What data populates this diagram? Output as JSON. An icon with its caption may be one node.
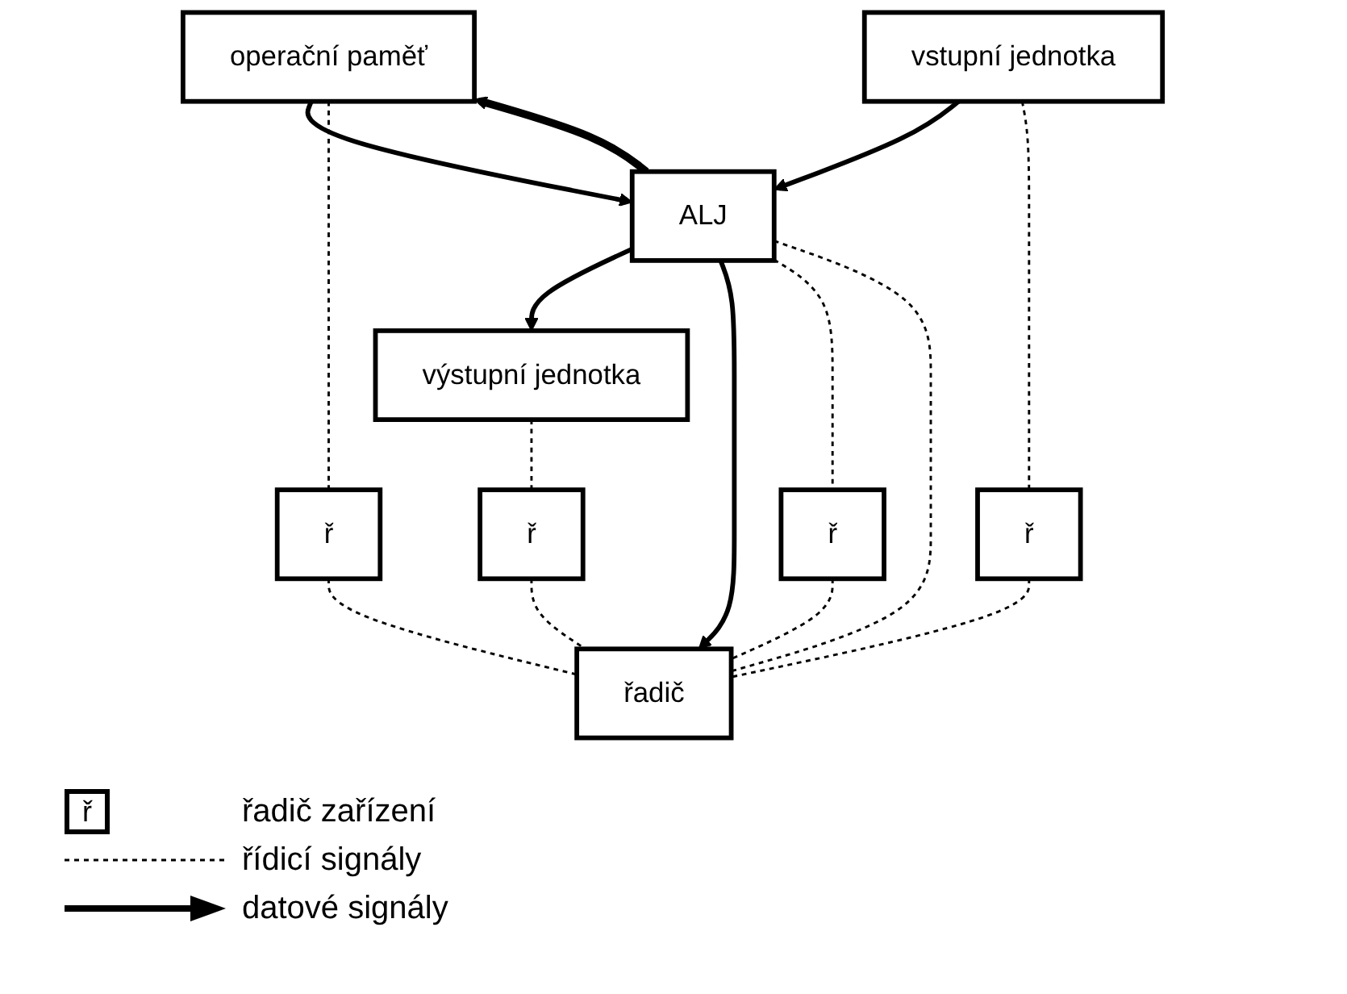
{
  "diagram": {
    "nodes": [
      {
        "text": [
          "operační paměť"
        ]
      },
      {
        "text": [
          "ř"
        ]
      },
      {
        "text": [
          "vstupní jednotka"
        ]
      },
      {
        "text": [
          "ALJ"
        ]
      },
      {
        "text": [
          "výstupní jednotka"
        ]
      },
      {
        "text": [
          "ř"
        ]
      },
      {
        "text": [
          "ř"
        ]
      },
      {
        "text": [
          "ř"
        ]
      },
      {
        "text": [
          "řadič"
        ]
      }
    ],
    "edges": [
      {
        "from": 0,
        "to": 3,
        "arrow": "to"
      },
      {
        "from": 3,
        "to": 0,
        "arrow": "to",
        "style": "thick"
      },
      {
        "from": 2,
        "to": 3,
        "arrow": "to"
      },
      {
        "from": 3,
        "to": 4,
        "arrow": "to"
      },
      {
        "from": 3,
        "to": 8,
        "arrow": "to"
      },
      {
        "from": 0,
        "to": 1,
        "arrow": "none",
        "style": "dashed"
      },
      {
        "from": 1,
        "to": 8,
        "arrow": "none",
        "style": "dashed"
      },
      {
        "from": 2,
        "to": 5,
        "arrow": "none",
        "style": "dashed"
      },
      {
        "from": 5,
        "to": 8,
        "arrow": "none",
        "style": "dashed"
      },
      {
        "from": 3,
        "to": 6,
        "arrow": "none",
        "style": "dashed"
      },
      {
        "from": 6,
        "to": 8,
        "arrow": "none",
        "style": "dashed"
      },
      {
        "from": 4,
        "to": 7,
        "arrow": "none",
        "style": "dashed"
      },
      {
        "from": 7,
        "to": 8,
        "arrow": "none",
        "style": "dashed"
      },
      {
        "from": 3,
        "to": 8,
        "arrow": "none",
        "style": "dashed"
      }
    ],
    "labels": [
      "ř"
    ],
    "legend": [
      {
        "text": "řadič zařízení"
      },
      {
        "text": "řídicí signály"
      },
      {
        "text": "datové signály"
      }
    ]
  }
}
